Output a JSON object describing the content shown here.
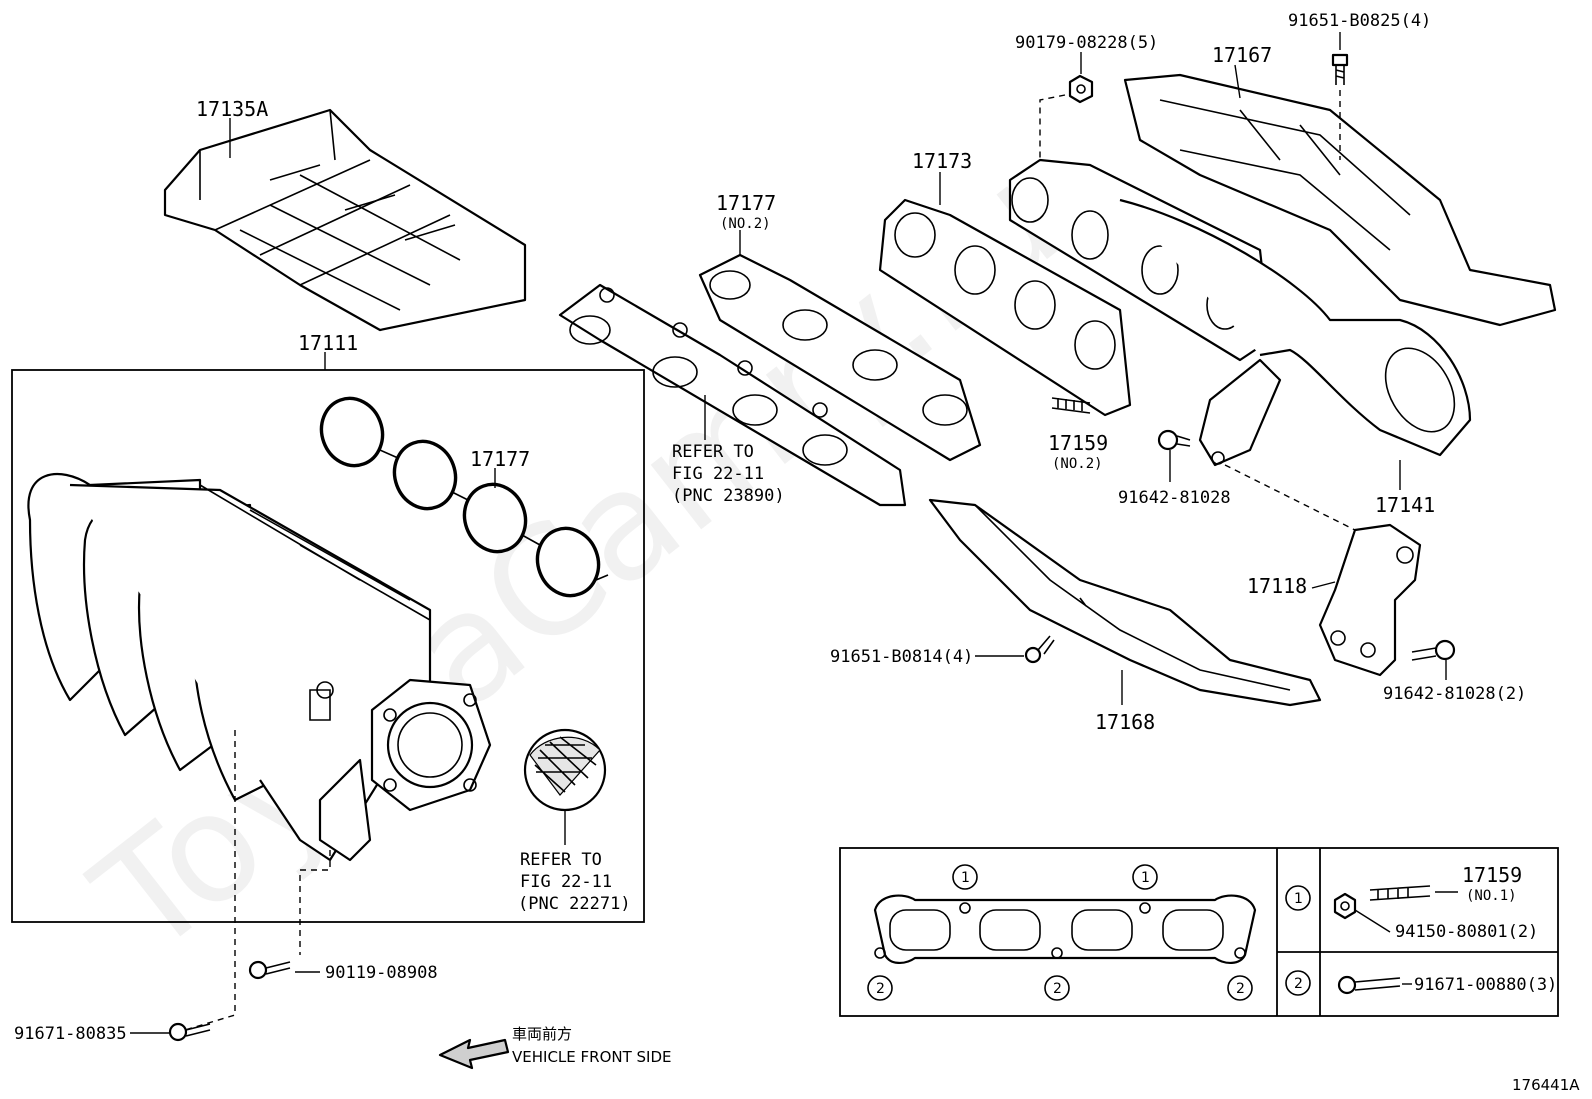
{
  "watermark": "ToyotaCamry.ru",
  "figure_id": "176441A",
  "direction": {
    "label_jp": "車両前方",
    "label_en": "VEHICLE FRONT SIDE",
    "arrow_icon": "arrow-left-icon"
  },
  "parts": {
    "p17135A": "17135A",
    "p17111": "17111",
    "p17177_a": "17177",
    "p17177_a_sub": "(NO.2)",
    "p17177_b": "17177",
    "p17173": "17173",
    "p17167": "17167",
    "p90179": "90179-08228(5)",
    "p91651_b0825": "91651-B0825(4)",
    "p17159_a": "17159",
    "p17159_a_sub": "(NO.2)",
    "p91642_a": "91642-81028",
    "p17141": "17141",
    "p17118": "17118",
    "p91642_b": "91642-81028(2)",
    "p91651_b0814": "91651-B0814(4)",
    "p17168": "17168",
    "p90119": "90119-08908",
    "p91671_80835": "91671-80835"
  },
  "refs": {
    "ref1": [
      "REFER TO",
      "FIG 22-11",
      "(PNC 23890)"
    ],
    "ref2": [
      "REFER TO",
      "FIG 22-11",
      "(PNC 22271)"
    ]
  },
  "legend": {
    "circle1": "1",
    "circle2": "2",
    "row1_part": "17159",
    "row1_part_sub": "(NO.1)",
    "row1_nut": "94150-80801(2)",
    "row2_bolt": "91671-00880(3)"
  }
}
